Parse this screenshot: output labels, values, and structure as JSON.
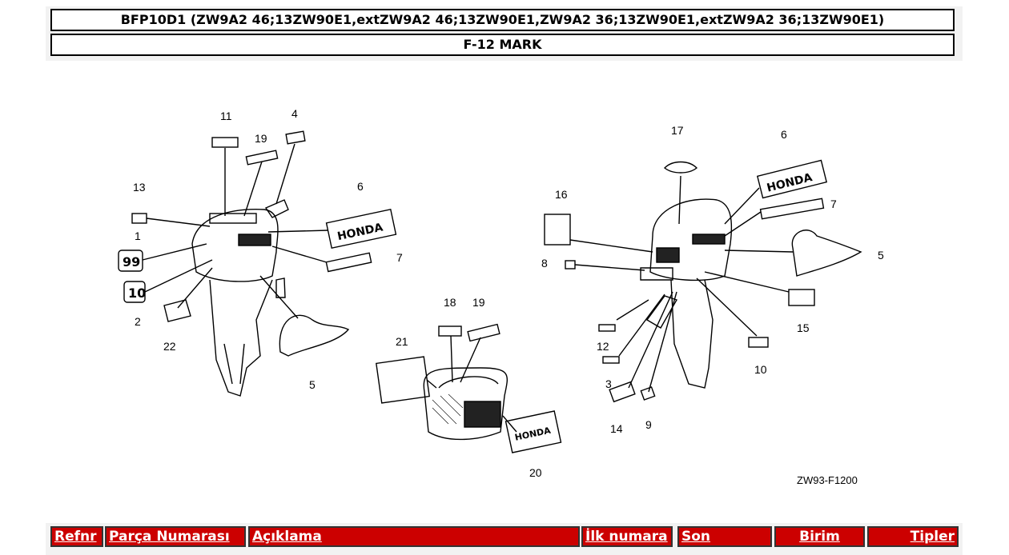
{
  "header": {
    "model_line": "BFP10D1 (ZW9A2 46;13ZW90E1,extZW9A2 46;13ZW90E1,ZW9A2 36;13ZW90E1,extZW9A2 36;13ZW90E1)",
    "section_title": "F-12 MARK"
  },
  "diagram": {
    "callouts": [
      "1",
      "2",
      "3",
      "4",
      "5",
      "5",
      "6",
      "6",
      "7",
      "7",
      "8",
      "9",
      "10",
      "11",
      "12",
      "13",
      "14",
      "15",
      "16",
      "17",
      "18",
      "19",
      "19",
      "20",
      "21",
      "22"
    ],
    "figure_code": "ZW93-F1200",
    "decal_text": "HONDA"
  },
  "table_header": {
    "columns": [
      "Refnr",
      "Parça Numarası",
      "Açıklama",
      "İlk numara",
      "Son",
      "Birim",
      "Tipler"
    ]
  }
}
